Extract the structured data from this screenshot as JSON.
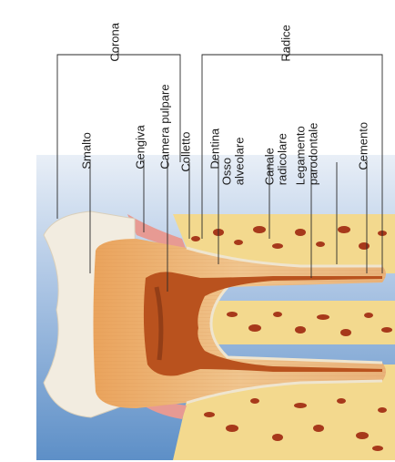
{
  "labels": {
    "corona": "Corona",
    "radice": "Radice",
    "smalto": "Smalto",
    "gengiva": "Gengiva",
    "camera_pulpare": "Camera pulpare",
    "colletto": "Colletto",
    "dentina": "Dentina",
    "osso_line1": "Osso",
    "osso_line2": "alveolare",
    "canale_line1": "Canale",
    "canale_line2": "radicolare",
    "legamento_line1": "Legamento",
    "legamento_line2": "parodontale",
    "cemento": "Cemento"
  },
  "colors": {
    "background_top": "#e9eff7",
    "background_bottom": "#5d8fc7",
    "enamel": "#f2ece0",
    "dentin": "#e8b271",
    "pulp": "#b9521e",
    "bone": "#f3d98e",
    "bone_spots": "#a7391b",
    "gum": "#e79a93"
  }
}
